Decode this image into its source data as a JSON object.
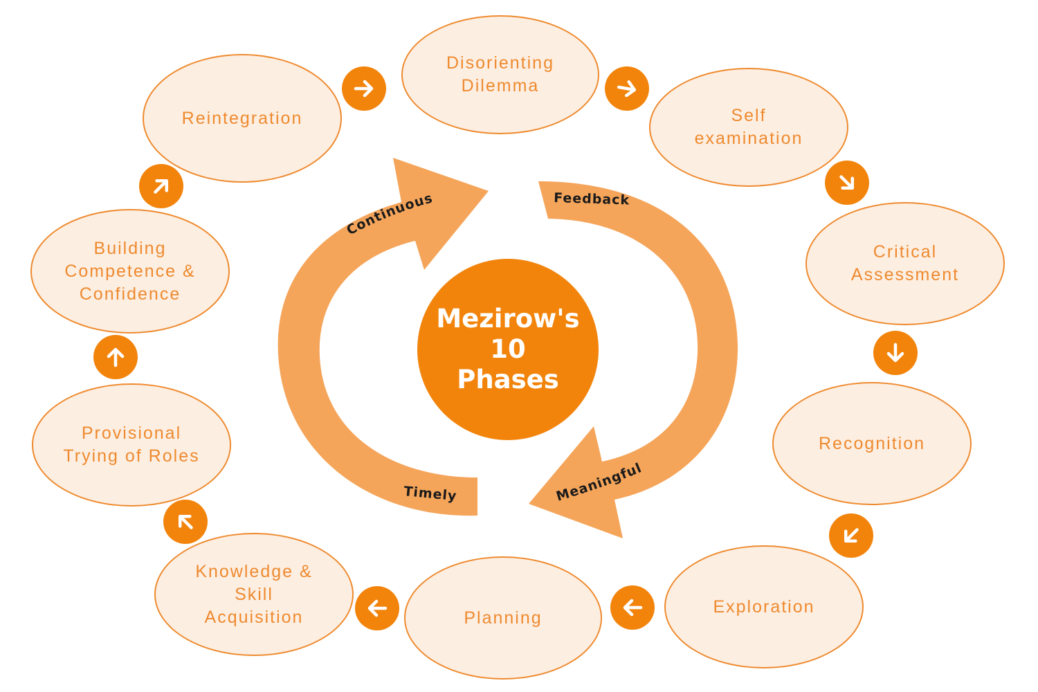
{
  "center": {
    "title": "Mezirow's\n10\nPhases"
  },
  "phases": [
    {
      "label": "Disorienting\nDilemma"
    },
    {
      "label": "Self\nexamination"
    },
    {
      "label": "Critical\nAssessment"
    },
    {
      "label": "Recognition"
    },
    {
      "label": "Exploration"
    },
    {
      "label": "Planning"
    },
    {
      "label": "Knowledge &\nSkill\nAcquisition"
    },
    {
      "label": "Provisional\nTrying of Roles"
    },
    {
      "label": "Building\nCompetence &\nConfidence"
    },
    {
      "label": "Reintegration"
    }
  ],
  "cycle": {
    "continuous": "Continuous",
    "feedback": "Feedback",
    "meaningful": "Meaningful",
    "timely": "Timely"
  },
  "colors": {
    "accent": "#f2840c",
    "phase_fill": "#fdeee2",
    "phase_border": "#ee8a2e",
    "phase_text": "#ee8a2e",
    "cycle_arrow": "#f5a55a"
  },
  "icons": {
    "step_arrow": "arrow-icon"
  }
}
